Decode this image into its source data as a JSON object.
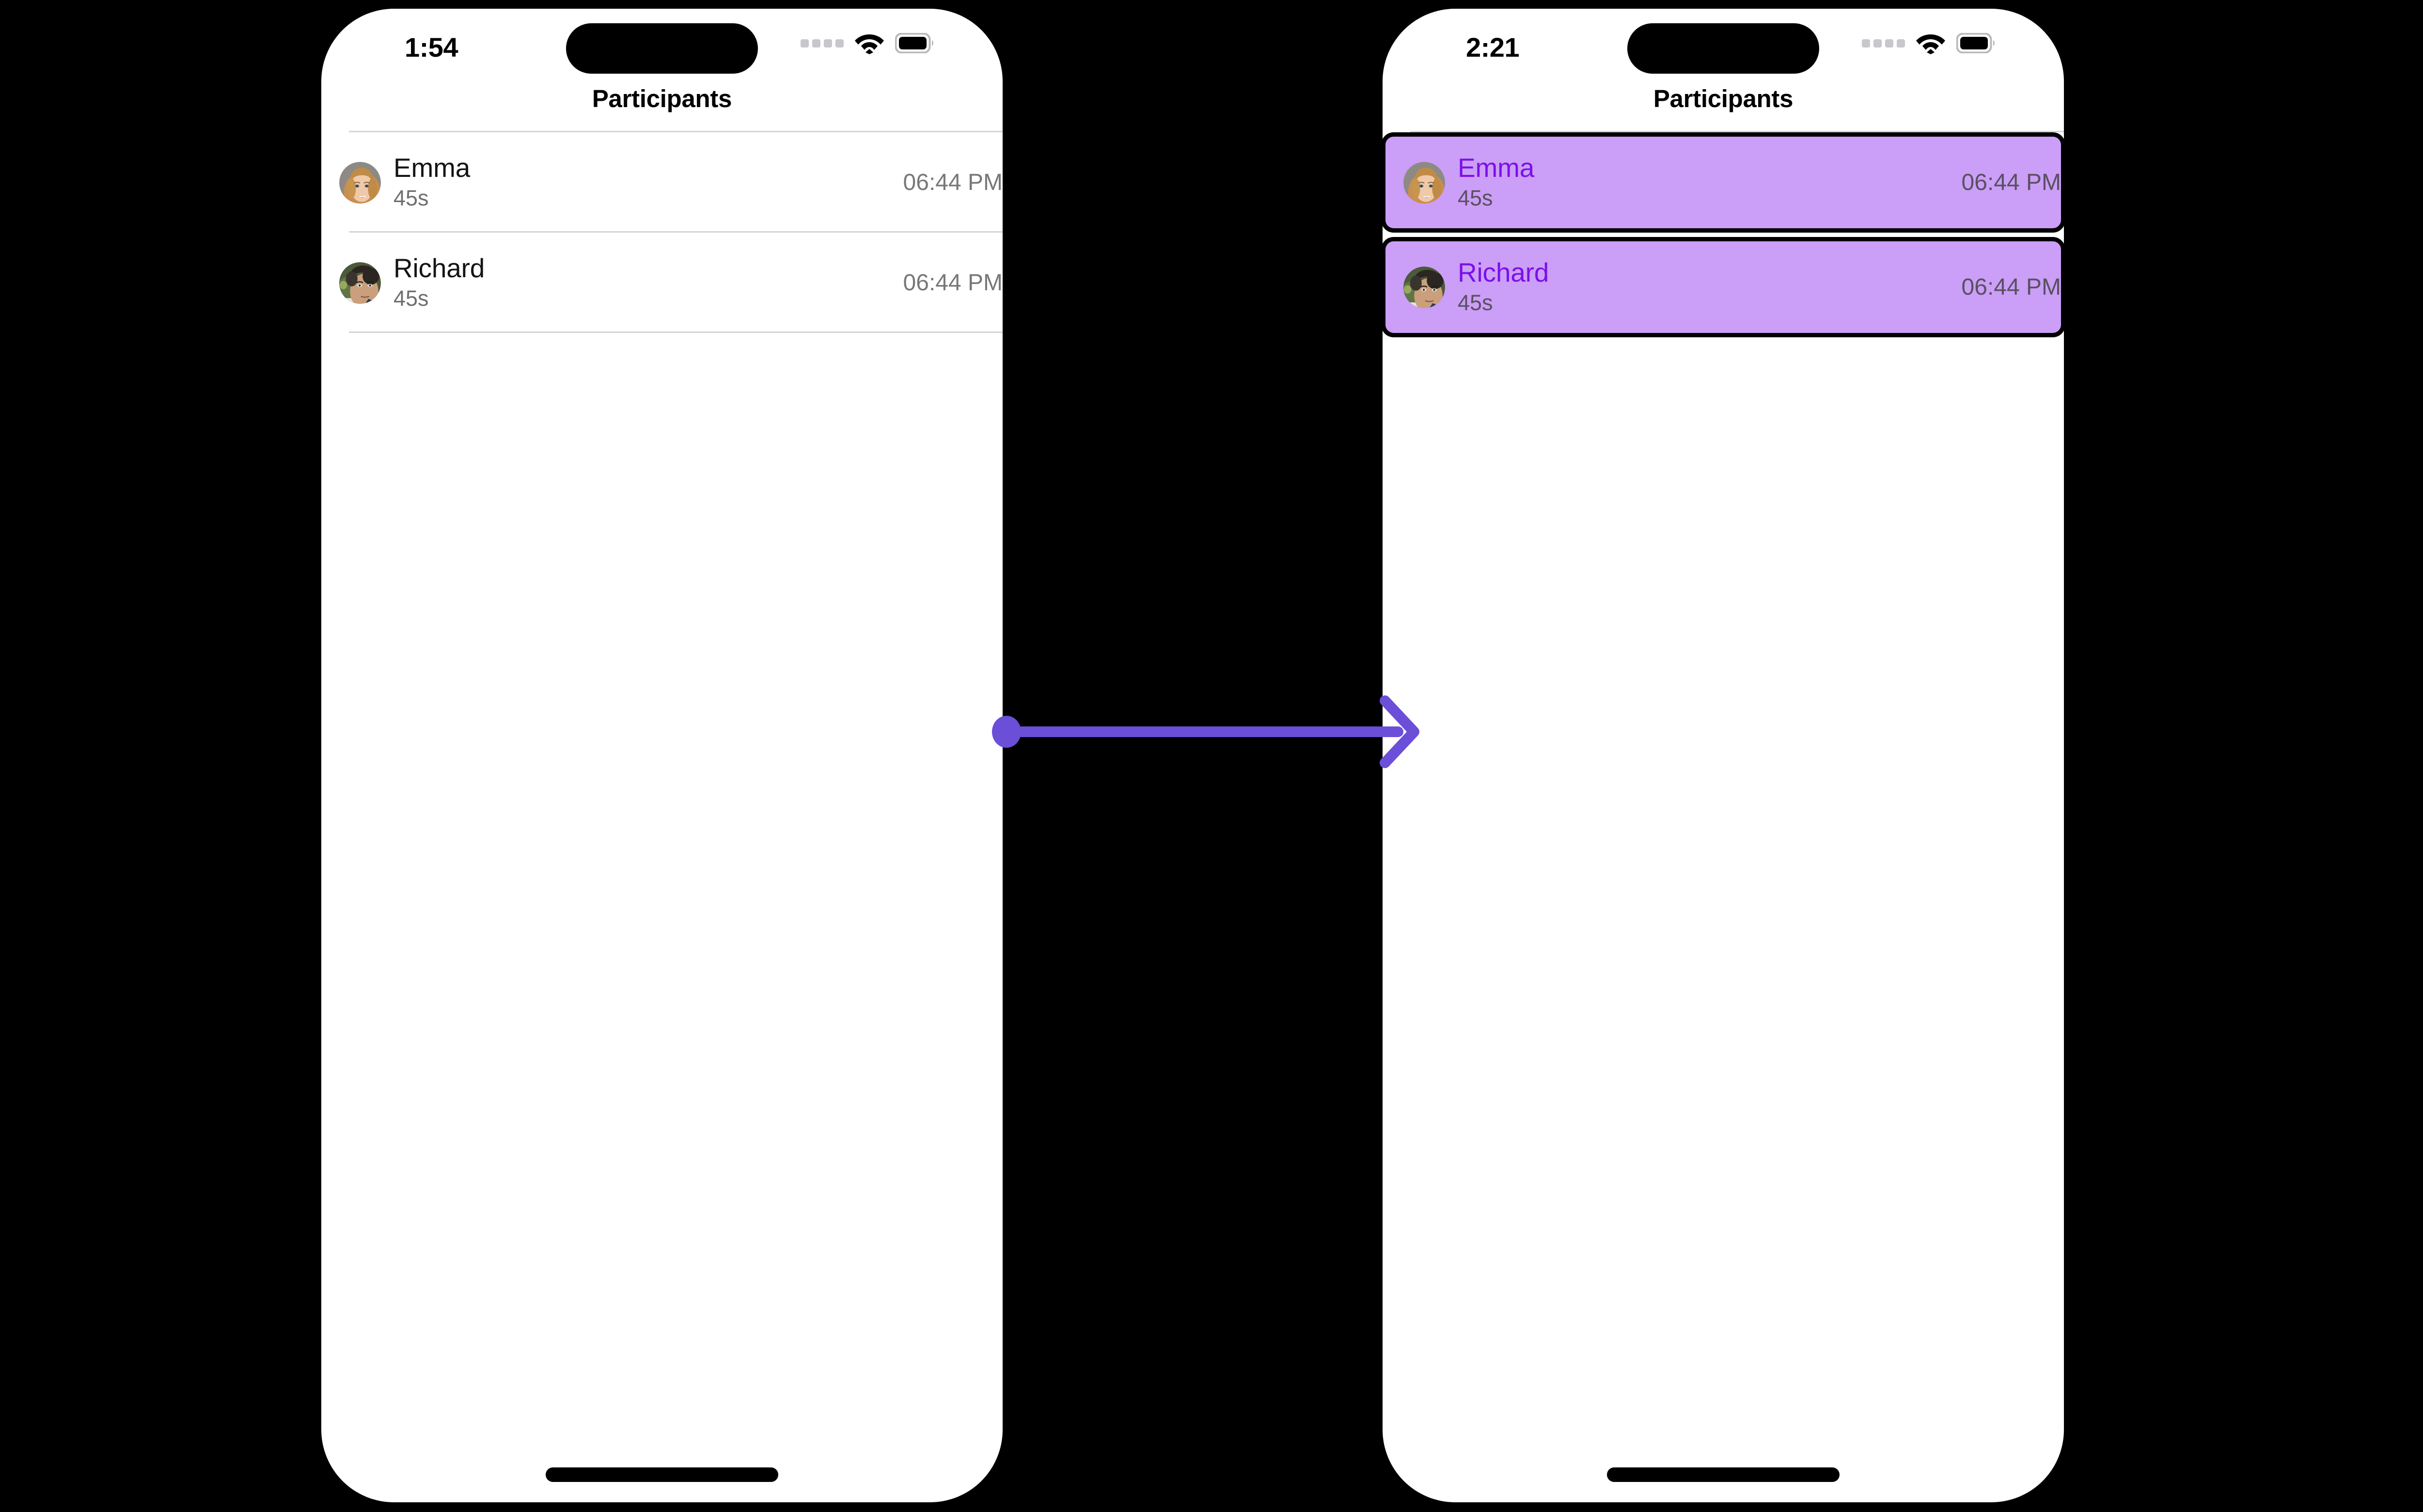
{
  "background_color": "#000000",
  "annotation": {
    "type": "arrow",
    "color": "#6B4FD8",
    "direction": "left-to-right",
    "start_marker": "filled-circle",
    "end_marker": "chevron-arrowhead"
  },
  "phones": [
    {
      "id": "before",
      "status_bar": {
        "time": "1:54",
        "signal_icon": "signal-dots-icon",
        "wifi_icon": "wifi-icon",
        "battery_icon": "battery-full-icon"
      },
      "nav": {
        "title": "Participants"
      },
      "selection_state": "none",
      "list": {
        "rows": [
          {
            "avatar": "avatar-emma",
            "name": "Emma",
            "subtitle": "45s",
            "time": "06:44 PM",
            "selected": false
          },
          {
            "avatar": "avatar-richard",
            "name": "Richard",
            "subtitle": "45s",
            "time": "06:44 PM",
            "selected": false
          }
        ]
      },
      "home_indicator": true
    },
    {
      "id": "after",
      "status_bar": {
        "time": "2:21",
        "signal_icon": "signal-dots-icon",
        "wifi_icon": "wifi-icon",
        "battery_icon": "battery-full-icon"
      },
      "nav": {
        "title": "Participants"
      },
      "selection_state": "all-rows-highlighted",
      "highlight_fill": "#CB9EF7",
      "highlight_border": "#000000",
      "highlight_name_color": "#7B10E8",
      "list": {
        "rows": [
          {
            "avatar": "avatar-emma",
            "name": "Emma",
            "subtitle": "45s",
            "time": "06:44 PM",
            "selected": true
          },
          {
            "avatar": "avatar-richard",
            "name": "Richard",
            "subtitle": "45s",
            "time": "06:44 PM",
            "selected": true
          }
        ]
      },
      "home_indicator": true
    }
  ]
}
